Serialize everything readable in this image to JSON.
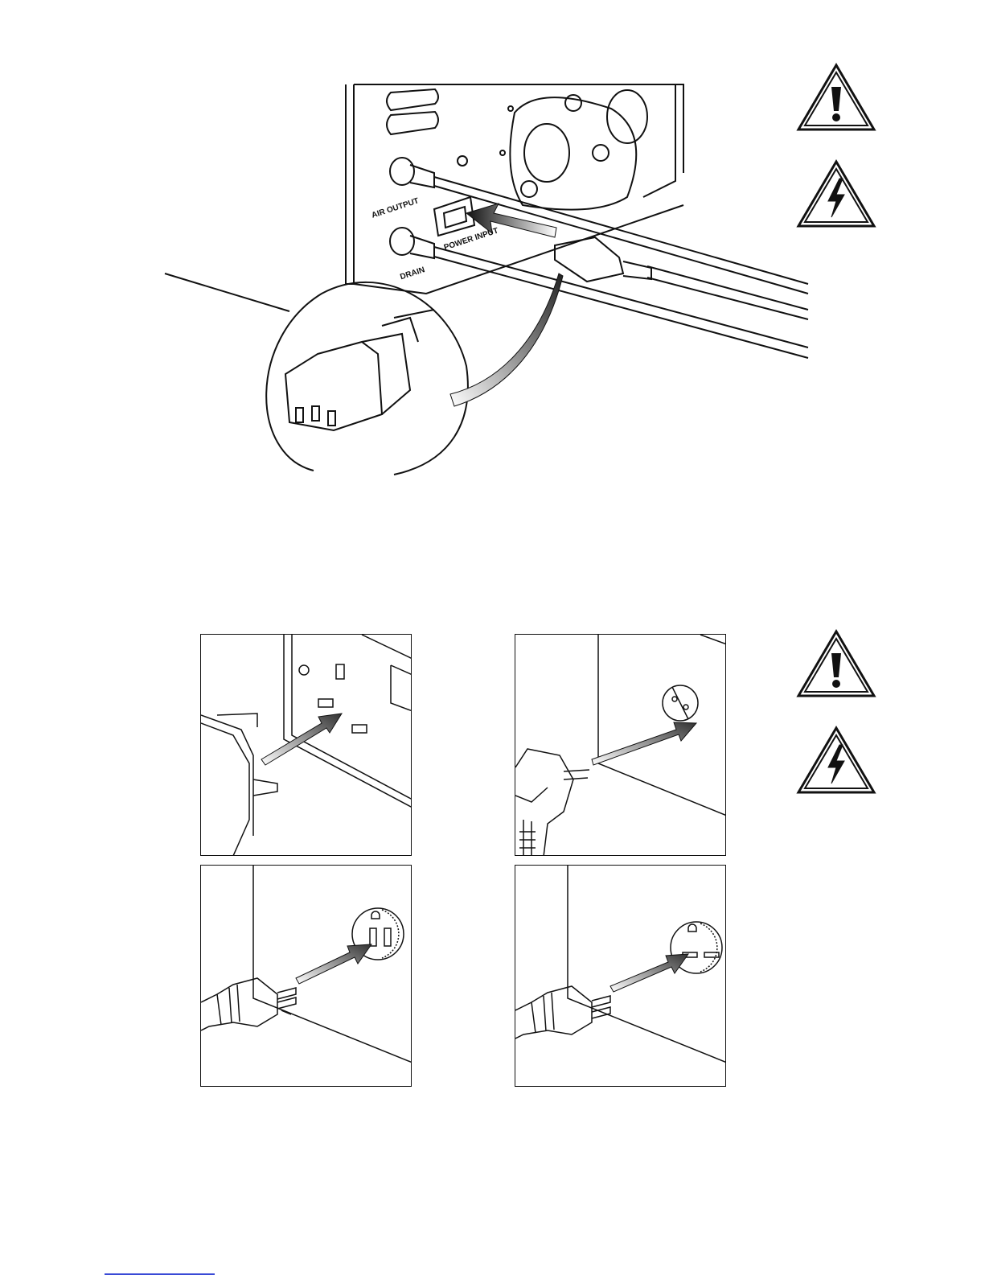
{
  "illustration": {
    "port_labels": {
      "air_output": "AIR OUTPUT",
      "power_input": "POWER INPUT",
      "drain": "DRAIN"
    }
  },
  "icons": {
    "warning_top": "warning-exclamation-icon",
    "electric_top": "electric-shock-icon",
    "warning_bottom": "warning-exclamation-icon",
    "electric_bottom": "electric-shock-icon"
  },
  "colors": {
    "line": "#111111",
    "footer_link": "#3a4ad6"
  }
}
